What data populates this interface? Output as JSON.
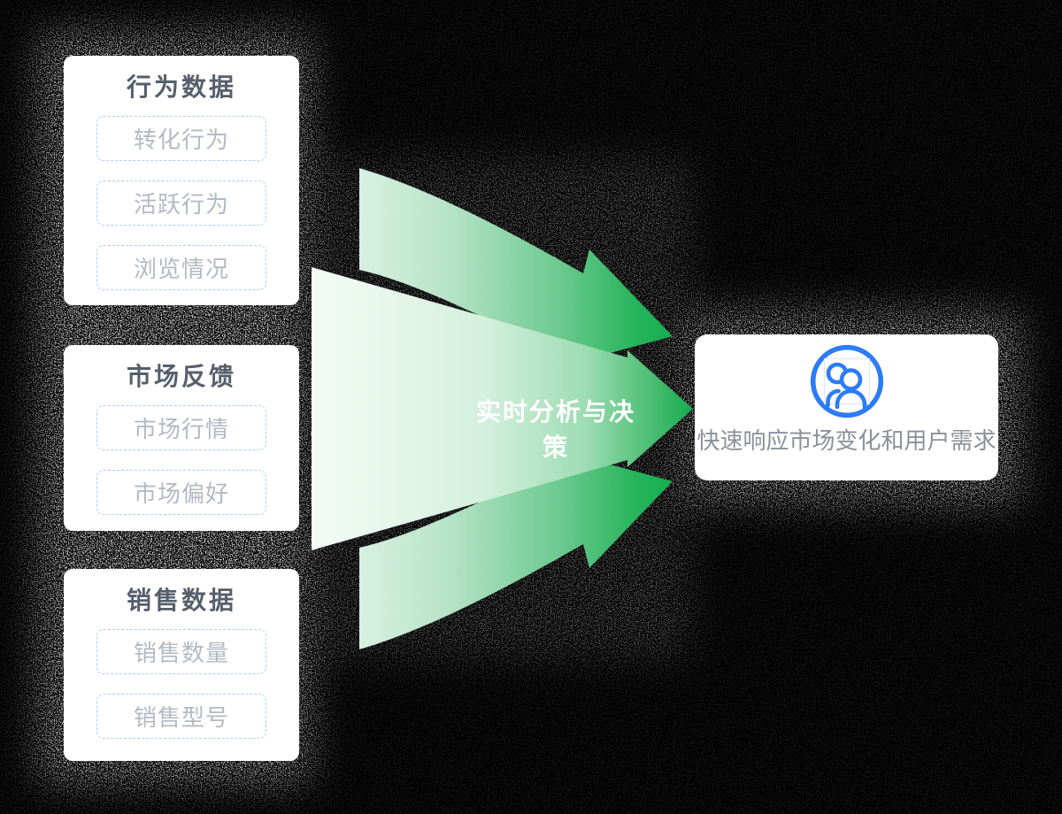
{
  "source_cards": [
    {
      "title": "行为数据",
      "items": [
        "转化行为",
        "活跃行为",
        "浏览情况"
      ]
    },
    {
      "title": "市场反馈",
      "items": [
        "市场行情",
        "市场偏好"
      ]
    },
    {
      "title": "销售数据",
      "items": [
        "销售数量",
        "销售型号"
      ]
    }
  ],
  "flow": {
    "label": "实时分析与决策"
  },
  "result_card": {
    "icon": "team-icon",
    "text": "快速响应市场变化和用户需求"
  },
  "colors": {
    "background": "#000000",
    "card_background": "#ffffff",
    "card_title_text": "#575f6c",
    "item_text": "#b3bac3",
    "item_border": "#aecdf2",
    "arrow_green_strong": "#0caa4b",
    "arrow_green_light": "#e9f7ee",
    "flow_label_text": "#ffffff",
    "icon_blue": "#2b7cf5",
    "result_text": "#8b9199"
  }
}
